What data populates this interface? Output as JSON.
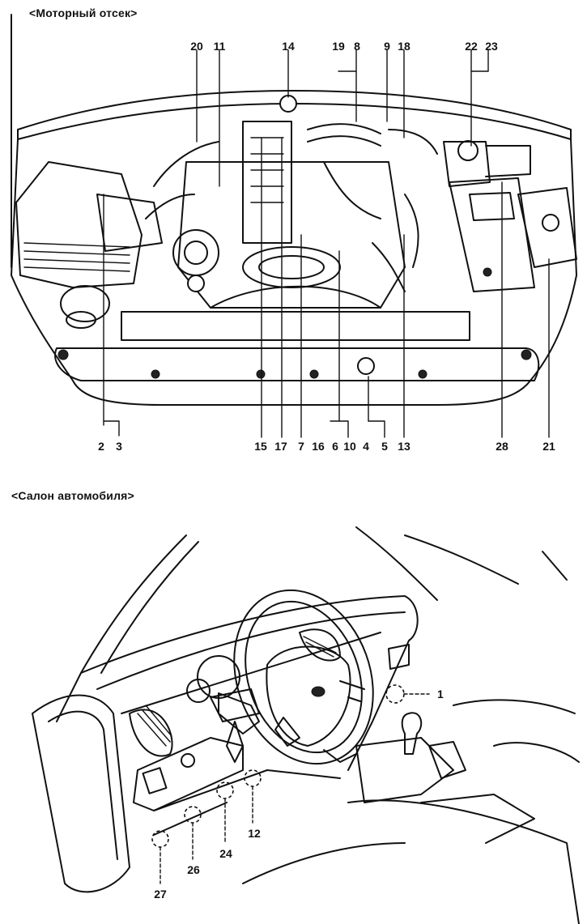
{
  "engine_section": {
    "title": "<Моторный отсек>",
    "callouts_top": [
      "20",
      "11",
      "14",
      "19",
      "8",
      "9",
      "18",
      "22",
      "23"
    ],
    "callouts_bottom": [
      "2",
      "3",
      "15",
      "17",
      "7",
      "16",
      "6",
      "10",
      "4",
      "5",
      "13",
      "28",
      "21"
    ]
  },
  "interior_section": {
    "title": "<Салон автомобиля>",
    "callouts": [
      "1",
      "12",
      "24",
      "26",
      "27"
    ]
  }
}
